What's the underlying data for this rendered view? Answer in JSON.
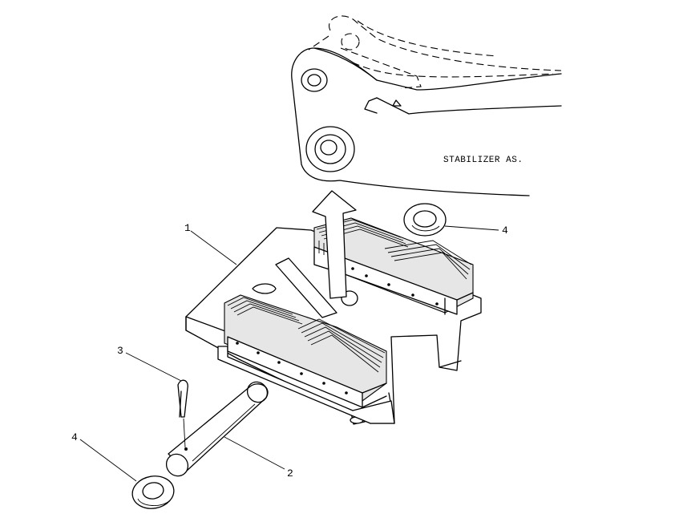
{
  "diagram": {
    "assembly_label": "STABILIZER AS.",
    "callouts": [
      {
        "id": "callout-1",
        "text": "1"
      },
      {
        "id": "callout-2",
        "text": "2"
      },
      {
        "id": "callout-3",
        "text": "3"
      },
      {
        "id": "callout-4-left",
        "text": "4"
      },
      {
        "id": "callout-4-right",
        "text": "4"
      }
    ]
  }
}
